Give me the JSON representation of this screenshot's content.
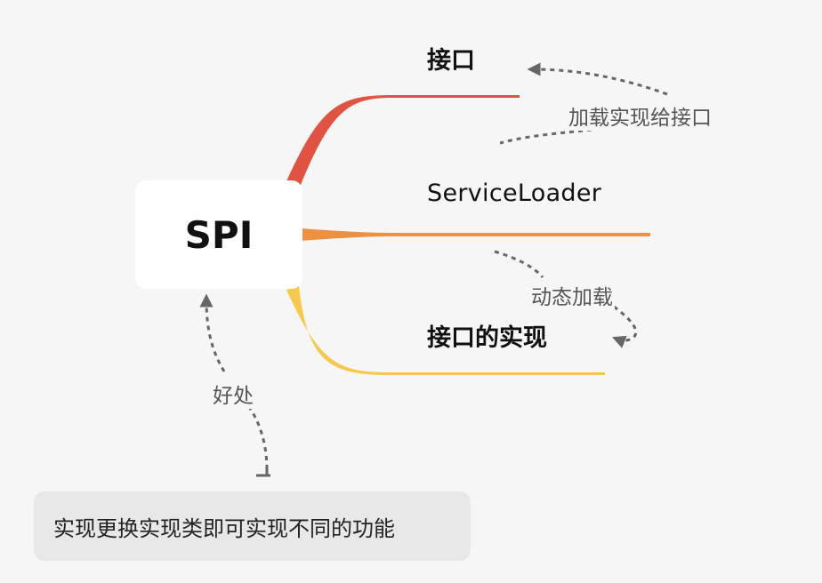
{
  "root": {
    "label": "SPI"
  },
  "topics": {
    "interface": "接口",
    "loader": "ServiceLoader",
    "impl": "接口的实现"
  },
  "relations": {
    "load_into": "加载实现给接口",
    "dynamic": "动态加载",
    "benefit": "好处"
  },
  "summary": {
    "label": "实现更换实现类即可实现不同的功能"
  },
  "colors": {
    "background": "#f6f6f6",
    "branch_interface": "#e05241",
    "branch_loader": "#ec9142",
    "branch_impl": "#f6c84f",
    "dashed_arrow": "#666666"
  }
}
